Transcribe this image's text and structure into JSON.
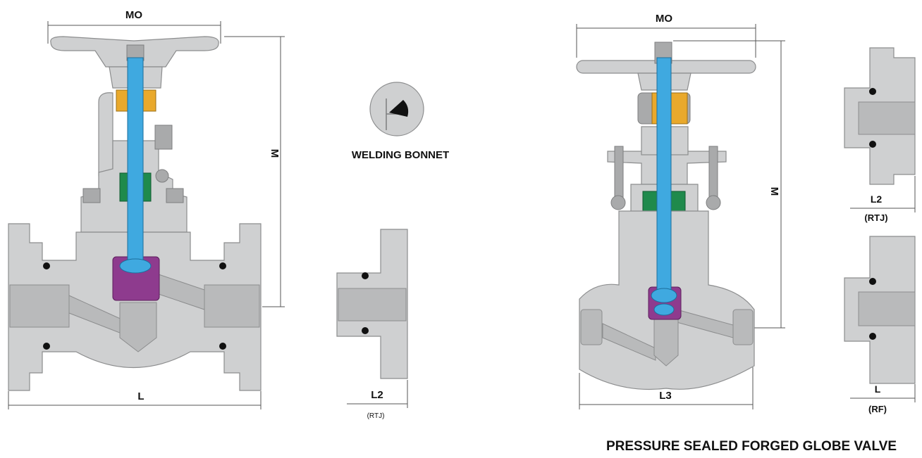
{
  "colors": {
    "body": "#cfd0d1",
    "stem": "#3fa9e0",
    "packing": "#e9a92c",
    "gland_seal": "#1f8a4c",
    "disc": "#8e3b8e",
    "weld": "#111111"
  },
  "left_valve": {
    "label_mo": "MO",
    "label_m": "M",
    "label_l": "L"
  },
  "welding_bonnet": {
    "caption": "WELDING BONNET"
  },
  "left_rtj_end": {
    "label_l2": "L2",
    "label_rtj": "(RTJ)"
  },
  "right_valve": {
    "label_mo": "MO",
    "label_m": "M",
    "label_l3": "L3"
  },
  "right_rtj_end": {
    "label_l2": "L2",
    "label_rtj": "(RTJ)"
  },
  "right_rf_end": {
    "label_l": "L",
    "label_rf": "(RF)"
  },
  "title": "PRESSURE SEALED FORGED GLOBE VALVE"
}
